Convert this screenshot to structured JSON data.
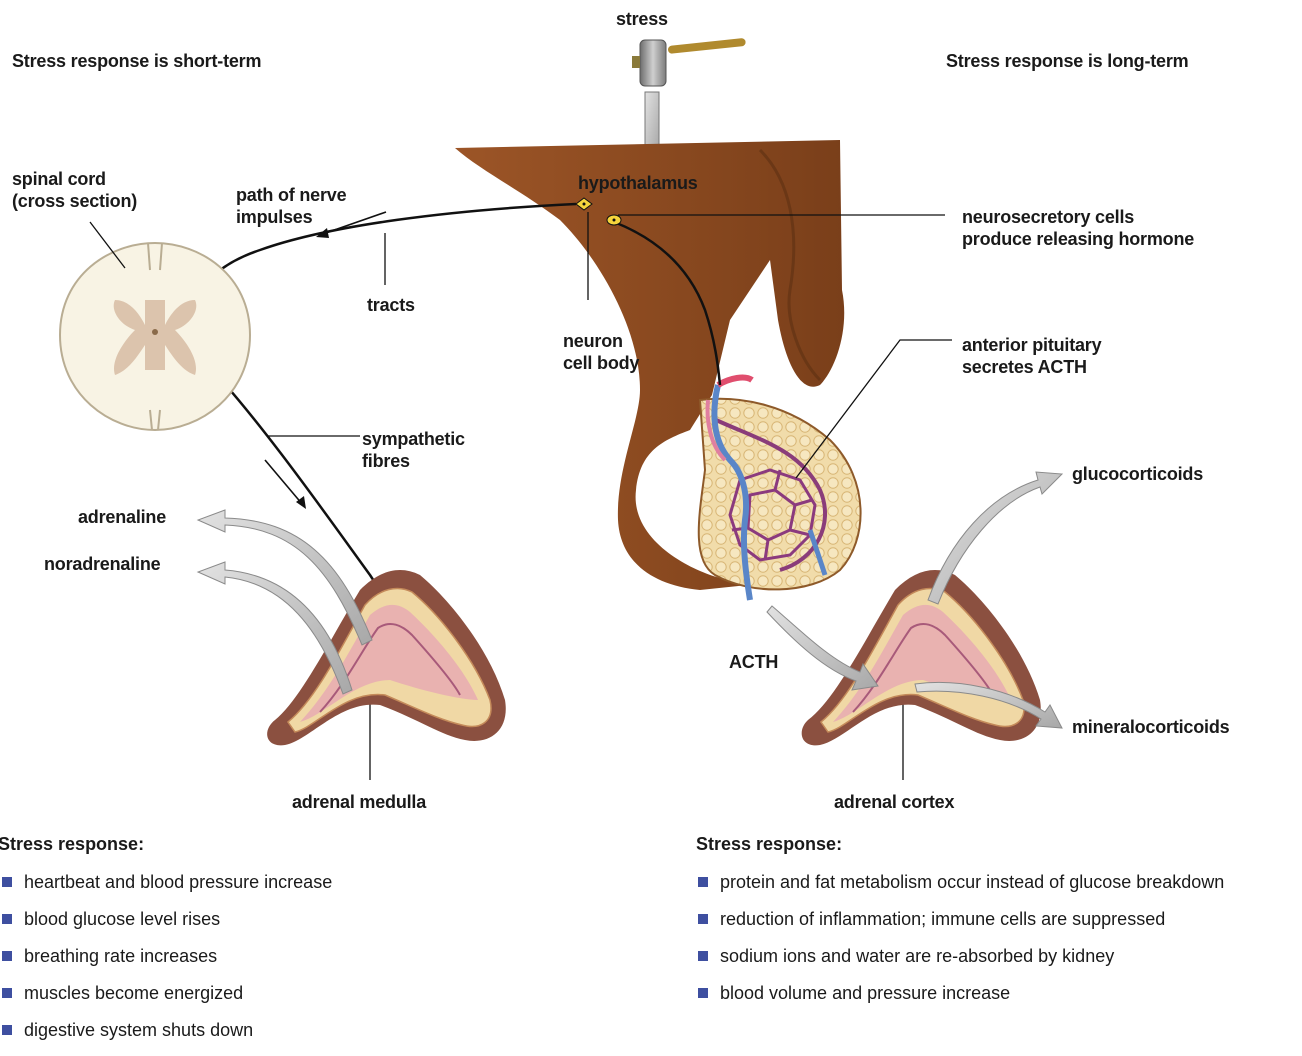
{
  "labels": {
    "stress": "stress",
    "short_term": "Stress response is short-term",
    "long_term": "Stress response is long-term",
    "hypothalamus": "hypothalamus",
    "spinal_cord": "spinal cord\n(cross section)",
    "path_of_nerve_impulses": "path of nerve\nimpulses",
    "tracts": "tracts",
    "neuron_cell_body": "neuron\ncell body",
    "neurosecretory_cells": "neurosecretory cells\nproduce releasing hormone",
    "anterior_pituitary": "anterior pituitary\nsecretes ACTH",
    "sympathetic_fibres": "sympathetic\nfibres",
    "adrenaline": "adrenaline",
    "noradrenaline": "noradrenaline",
    "glucocorticoids": "glucocorticoids",
    "acth": "ACTH",
    "mineralocorticoids": "mineralocorticoids",
    "adrenal_medulla": "adrenal medulla",
    "adrenal_cortex": "adrenal cortex"
  },
  "short_term_response": {
    "title": "Stress response:",
    "items": [
      "heartbeat and blood pressure increase",
      "blood glucose level rises",
      "breathing rate increases",
      "muscles become energized",
      "digestive system shuts down"
    ]
  },
  "long_term_response": {
    "title": "Stress response:",
    "items": [
      "protein and fat metabolism occur instead of glucose breakdown",
      "reduction of inflammation; immune cells are suppressed",
      "sodium ions and water are re-absorbed by kidney",
      "blood volume and pressure increase"
    ]
  },
  "colors": {
    "brain": "#8b4a20",
    "bullet": "#3e4fa0",
    "arrow_fill": "#c8c8c8"
  }
}
